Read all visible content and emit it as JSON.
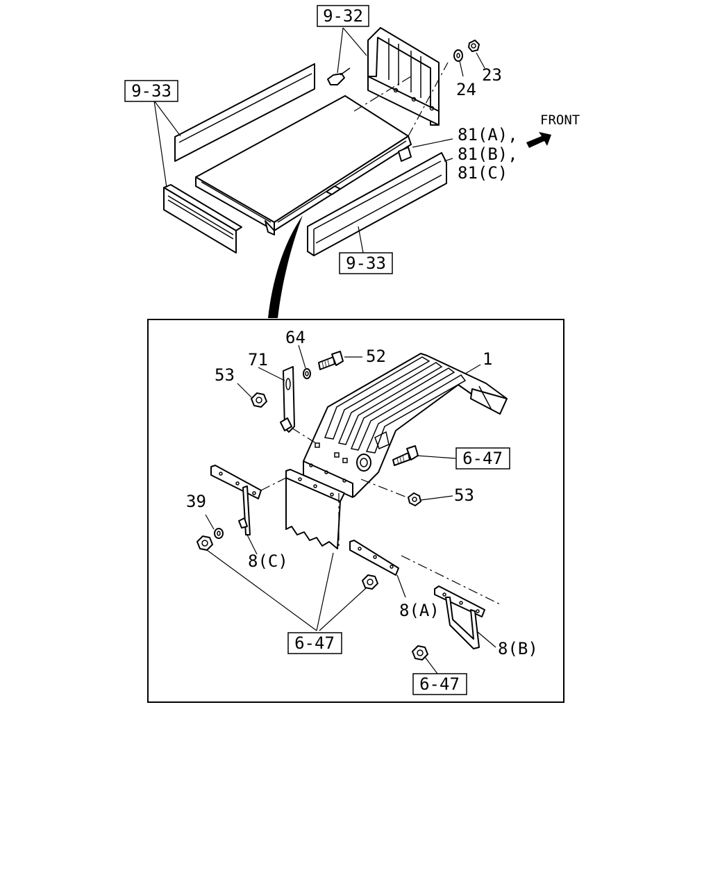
{
  "refs": {
    "top_header": "9-32",
    "side_left": "9-33",
    "side_bottom": "9-33",
    "fender_bolt": "6-47",
    "bottom_center": "6-47",
    "bottom_right": "6-47"
  },
  "callouts": {
    "n23": "23",
    "n24": "24",
    "n81a": "81(A),",
    "n81b": "81(B),",
    "n81c": "81(C)",
    "n64": "64",
    "n71": "71",
    "n52": "52",
    "n53_top": "53",
    "n53_mid": "53",
    "n1": "1",
    "n39": "39",
    "n8c": "8(C)",
    "n8a": "8(A)",
    "n8b": "8(B)"
  },
  "front_label": "FRONT",
  "icons": {
    "front_arrow": "arrow-icon"
  }
}
